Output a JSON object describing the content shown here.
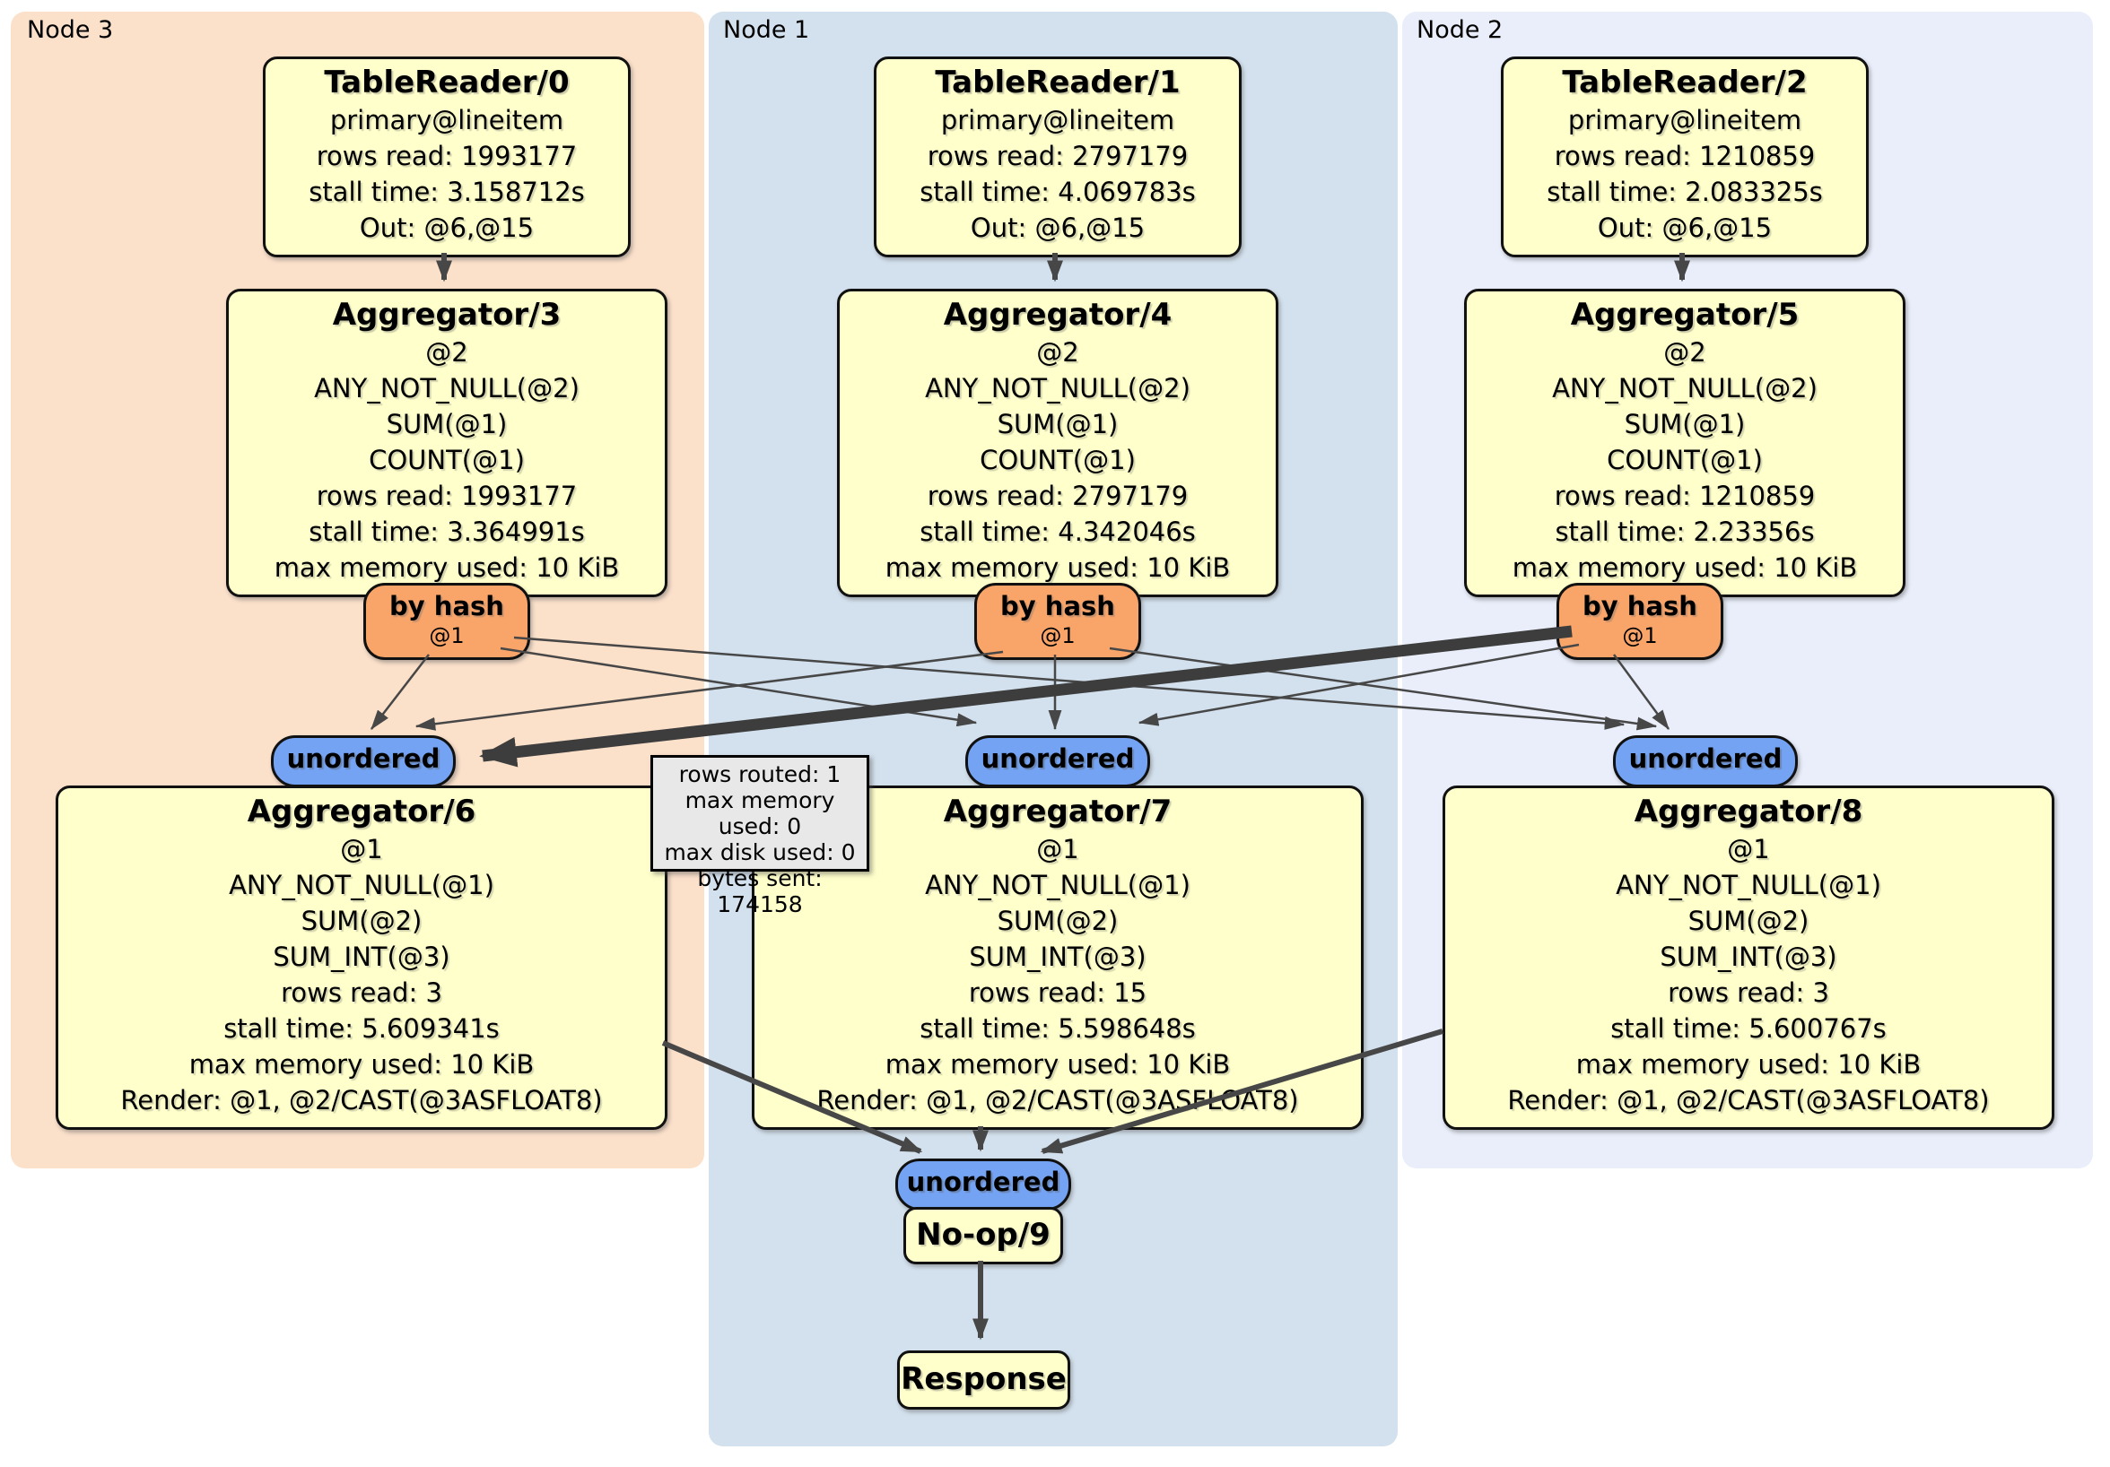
{
  "regions": [
    {
      "label": "Node 3"
    },
    {
      "label": "Node 1"
    },
    {
      "label": "Node 2"
    }
  ],
  "columns": [
    {
      "table_reader": {
        "title": "TableReader/0",
        "lines": [
          "primary@lineitem",
          "rows read: 1993177",
          "stall time: 3.158712s",
          "Out: @6,@15"
        ]
      },
      "aggregator_top": {
        "title": "Aggregator/3",
        "lines": [
          "@2",
          "ANY_NOT_NULL(@2)",
          "SUM(@1)",
          "COUNT(@1)",
          "rows read: 1993177",
          "stall time: 3.364991s",
          "max memory used: 10 KiB"
        ]
      },
      "router": {
        "label": "by hash",
        "sub": "@1"
      },
      "stream": {
        "label": "unordered"
      },
      "aggregator_final": {
        "title": "Aggregator/6",
        "lines": [
          "@1",
          "ANY_NOT_NULL(@1)",
          "SUM(@2)",
          "SUM_INT(@3)",
          "rows read: 3",
          "stall time: 5.609341s",
          "max memory used: 10 KiB",
          "Render: @1, @2/CAST(@3ASFLOAT8)"
        ]
      }
    },
    {
      "table_reader": {
        "title": "TableReader/1",
        "lines": [
          "primary@lineitem",
          "rows read: 2797179",
          "stall time: 4.069783s",
          "Out: @6,@15"
        ]
      },
      "aggregator_top": {
        "title": "Aggregator/4",
        "lines": [
          "@2",
          "ANY_NOT_NULL(@2)",
          "SUM(@1)",
          "COUNT(@1)",
          "rows read: 2797179",
          "stall time: 4.342046s",
          "max memory used: 10 KiB"
        ]
      },
      "router": {
        "label": "by hash",
        "sub": "@1"
      },
      "stream": {
        "label": "unordered"
      },
      "aggregator_final": {
        "title": "Aggregator/7",
        "lines": [
          "@1",
          "ANY_NOT_NULL(@1)",
          "SUM(@2)",
          "SUM_INT(@3)",
          "rows read: 15",
          "stall time: 5.598648s",
          "max memory used: 10 KiB",
          "Render: @1, @2/CAST(@3ASFLOAT8)"
        ]
      }
    },
    {
      "table_reader": {
        "title": "TableReader/2",
        "lines": [
          "primary@lineitem",
          "rows read: 1210859",
          "stall time: 2.083325s",
          "Out: @6,@15"
        ]
      },
      "aggregator_top": {
        "title": "Aggregator/5",
        "lines": [
          "@2",
          "ANY_NOT_NULL(@2)",
          "SUM(@1)",
          "COUNT(@1)",
          "rows read: 1210859",
          "stall time: 2.23356s",
          "max memory used: 10 KiB"
        ]
      },
      "router": {
        "label": "by hash",
        "sub": "@1"
      },
      "stream": {
        "label": "unordered"
      },
      "aggregator_final": {
        "title": "Aggregator/8",
        "lines": [
          "@1",
          "ANY_NOT_NULL(@1)",
          "SUM(@2)",
          "SUM_INT(@3)",
          "rows read: 3",
          "stall time: 5.600767s",
          "max memory used: 10 KiB",
          "Render: @1, @2/CAST(@3ASFLOAT8)"
        ]
      }
    }
  ],
  "tooltip": {
    "lines": [
      "rows routed: 1",
      "max memory used: 0",
      "max disk used: 0",
      "bytes sent: 174158"
    ]
  },
  "sink": {
    "stream_label": "unordered",
    "noop_title": "No-op/9",
    "response_title": "Response"
  },
  "colors": {
    "region-node3": "#fbe0ca",
    "region-node1": "#d3e1ee",
    "region-node2": "#e9eefa",
    "box-fill": "#ffffcb",
    "box-border": "#111111",
    "router-fill": "#f9a56a",
    "stream-fill": "#74a3f3",
    "tooltip-fill": "#e8e8e8",
    "edge": "#474747",
    "edge-thick": "#3d3d3d"
  }
}
